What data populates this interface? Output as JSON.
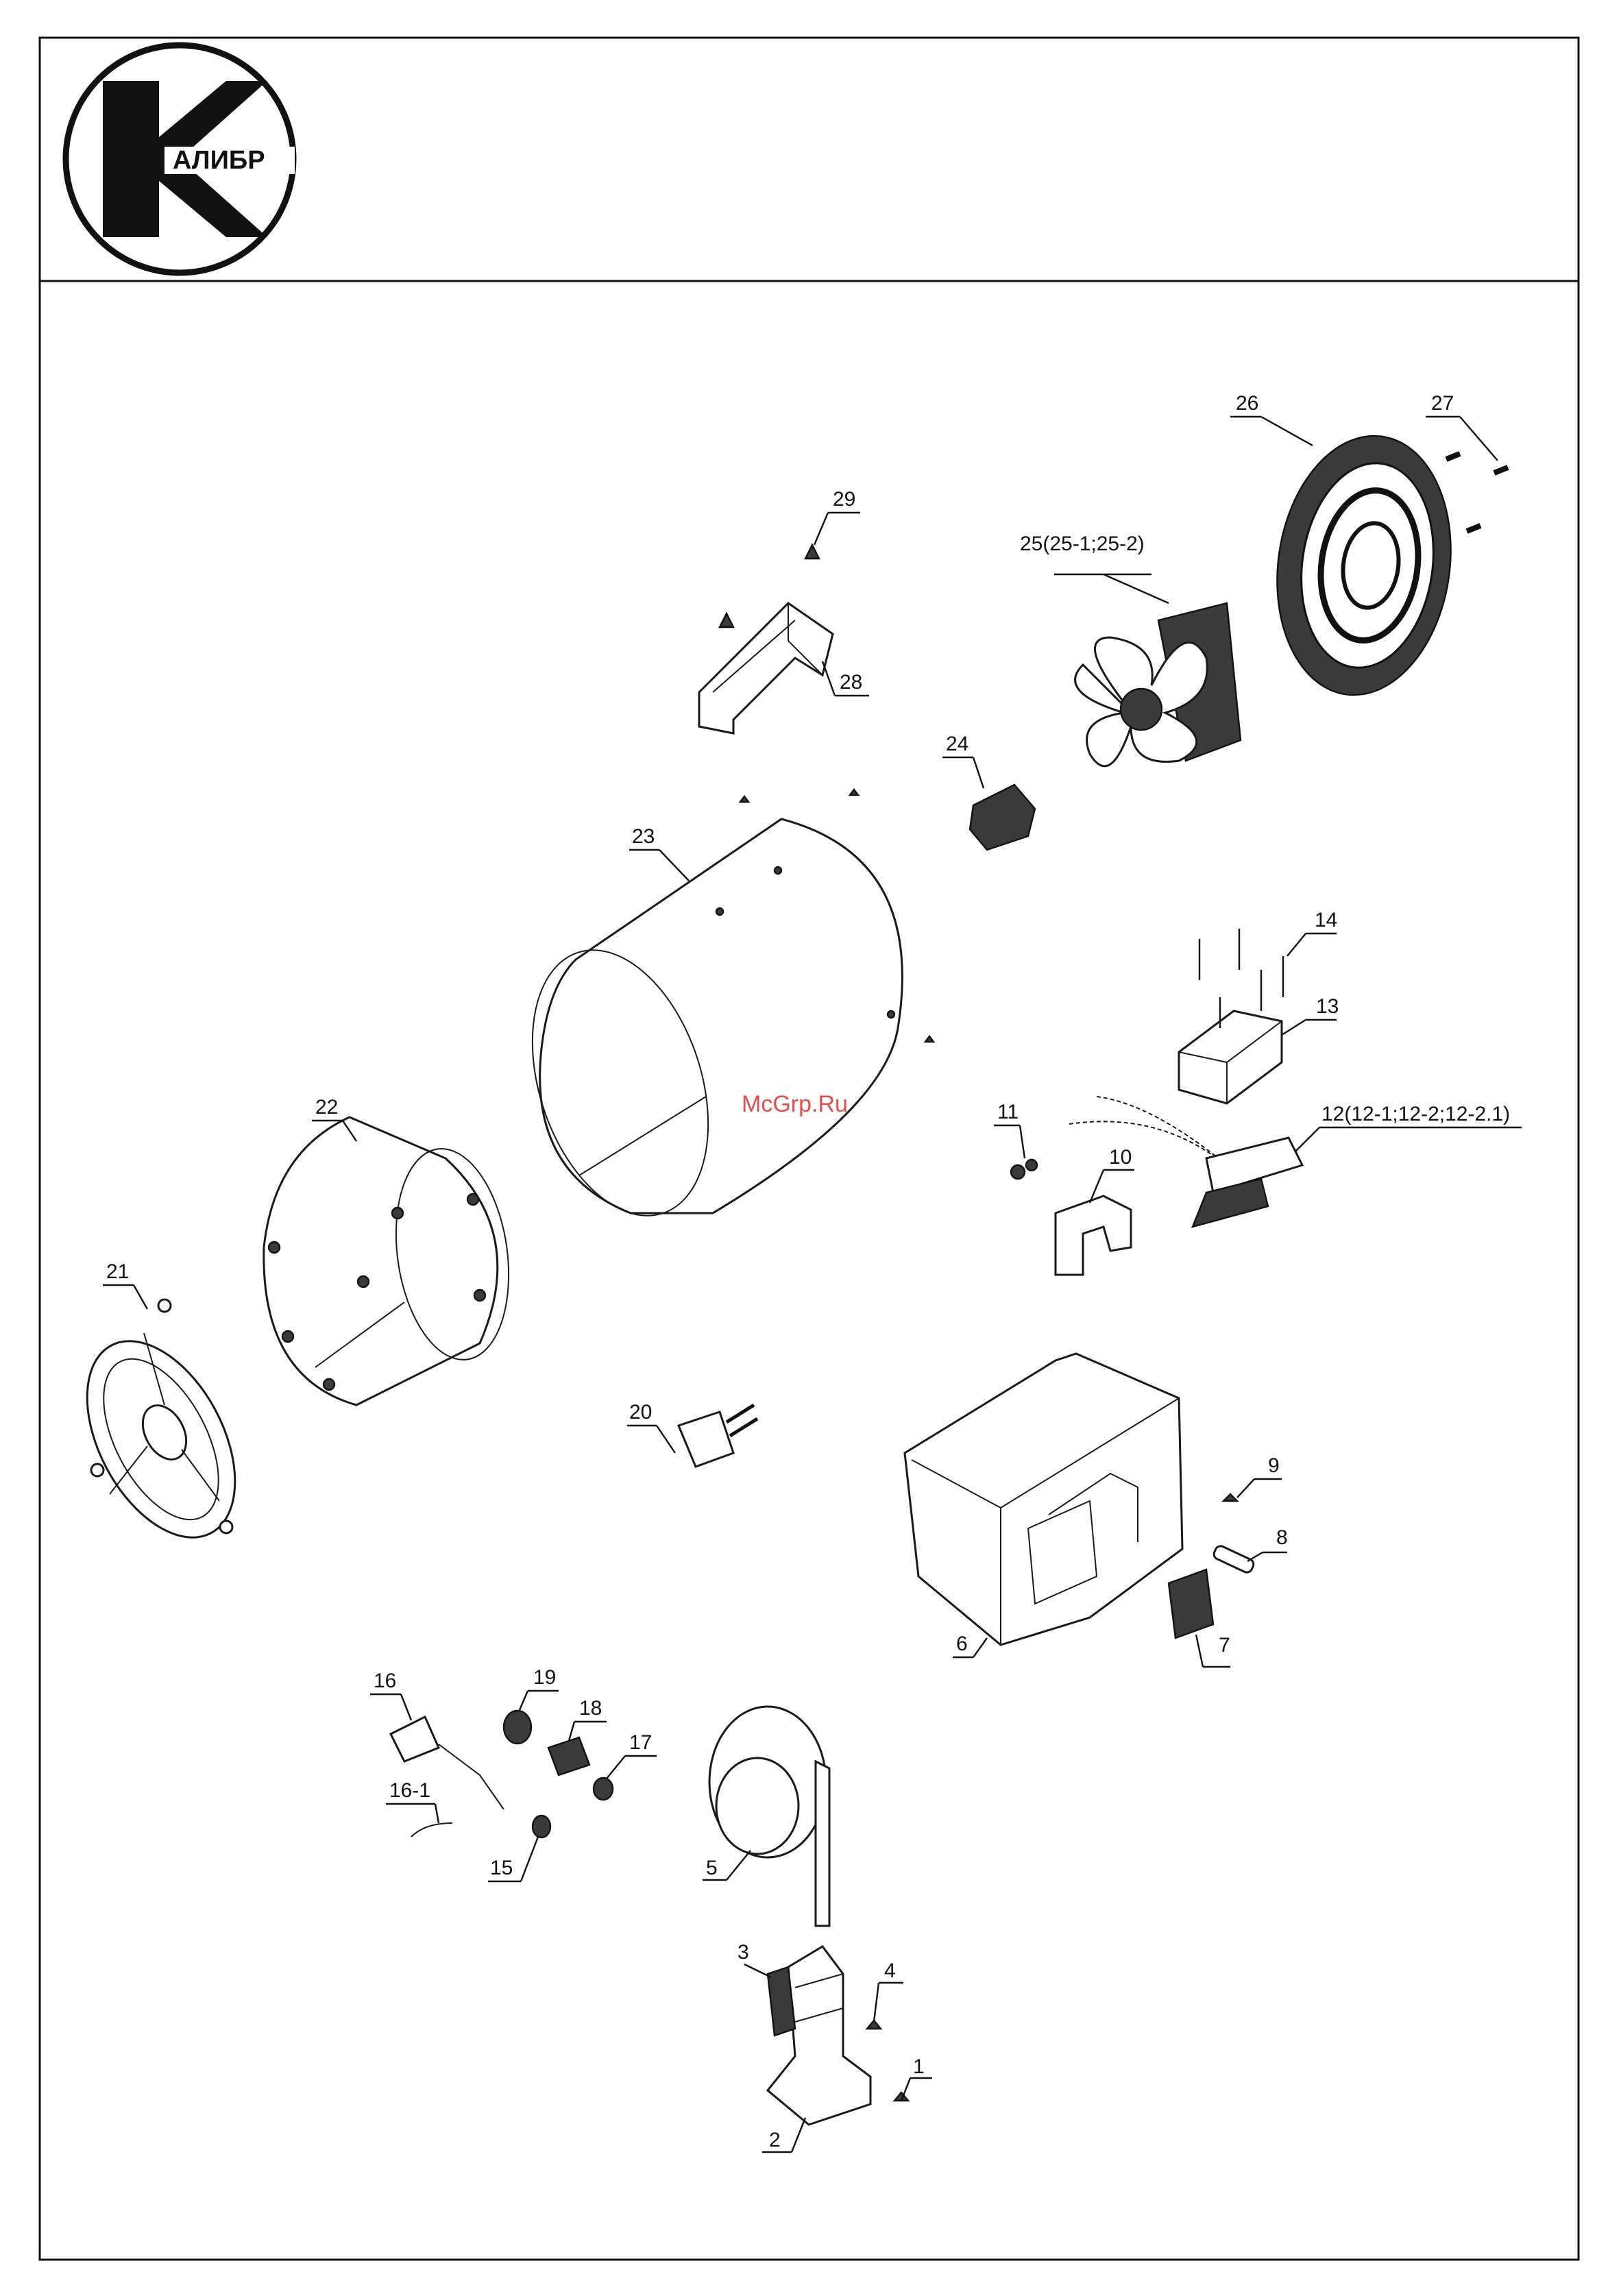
{
  "logo": {
    "text": "АЛИБР"
  },
  "watermark": "McGrp.Ru",
  "parts": [
    {
      "id": "p1",
      "label": "1"
    },
    {
      "id": "p2",
      "label": "2"
    },
    {
      "id": "p3",
      "label": "3"
    },
    {
      "id": "p4",
      "label": "4"
    },
    {
      "id": "p5",
      "label": "5"
    },
    {
      "id": "p6",
      "label": "6"
    },
    {
      "id": "p7",
      "label": "7"
    },
    {
      "id": "p8",
      "label": "8"
    },
    {
      "id": "p9",
      "label": "9"
    },
    {
      "id": "p10",
      "label": "10"
    },
    {
      "id": "p11",
      "label": "11"
    },
    {
      "id": "p12",
      "label": "12(12-1;12-2;12-2.1)"
    },
    {
      "id": "p13",
      "label": "13"
    },
    {
      "id": "p14",
      "label": "14"
    },
    {
      "id": "p15",
      "label": "15"
    },
    {
      "id": "p16",
      "label": "16"
    },
    {
      "id": "p16_1",
      "label": "16-1"
    },
    {
      "id": "p17",
      "label": "17"
    },
    {
      "id": "p18",
      "label": "18"
    },
    {
      "id": "p19",
      "label": "19"
    },
    {
      "id": "p20",
      "label": "20"
    },
    {
      "id": "p21",
      "label": "21"
    },
    {
      "id": "p22",
      "label": "22"
    },
    {
      "id": "p23",
      "label": "23"
    },
    {
      "id": "p24",
      "label": "24"
    },
    {
      "id": "p25",
      "label": "25(25-1;25-2)"
    },
    {
      "id": "p26",
      "label": "26"
    },
    {
      "id": "p27",
      "label": "27"
    },
    {
      "id": "p28",
      "label": "28"
    },
    {
      "id": "p29",
      "label": "29"
    }
  ]
}
